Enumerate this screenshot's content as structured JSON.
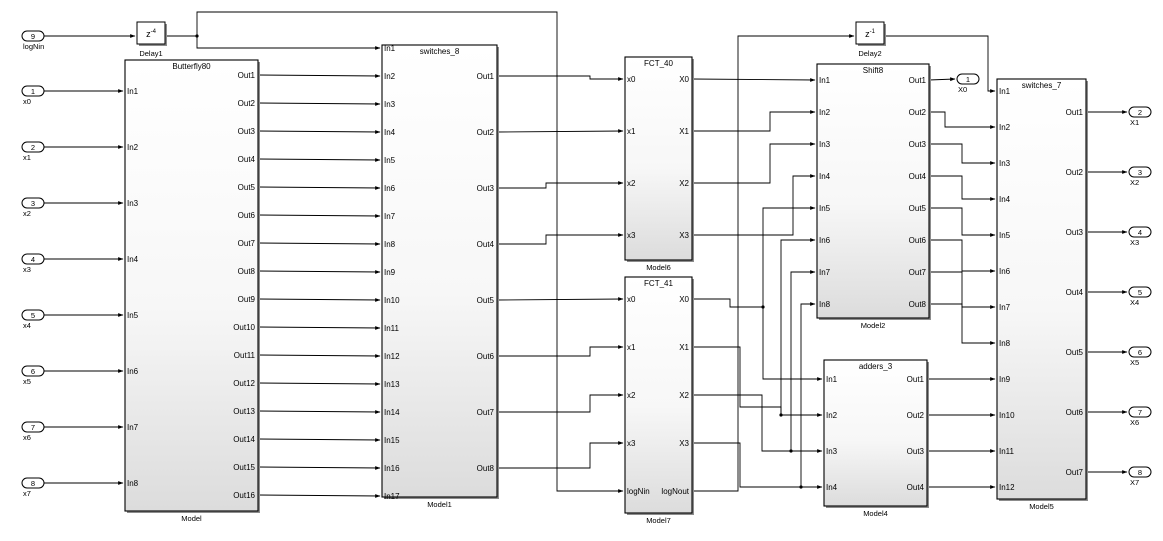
{
  "diagram": {
    "inports": [
      {
        "num": "9",
        "label": "logNin"
      },
      {
        "num": "1",
        "label": "x0"
      },
      {
        "num": "2",
        "label": "x1"
      },
      {
        "num": "3",
        "label": "x2"
      },
      {
        "num": "4",
        "label": "x3"
      },
      {
        "num": "5",
        "label": "x4"
      },
      {
        "num": "6",
        "label": "x5"
      },
      {
        "num": "7",
        "label": "x6"
      },
      {
        "num": "8",
        "label": "x7"
      }
    ],
    "outports": [
      {
        "num": "1",
        "label": "X0"
      },
      {
        "num": "2",
        "label": "X1"
      },
      {
        "num": "3",
        "label": "X2"
      },
      {
        "num": "4",
        "label": "X3"
      },
      {
        "num": "5",
        "label": "X4"
      },
      {
        "num": "6",
        "label": "X5"
      },
      {
        "num": "7",
        "label": "X6"
      },
      {
        "num": "8",
        "label": "X7"
      }
    ],
    "delays": [
      {
        "name": "Delay1",
        "base": "z",
        "exp": "-4"
      },
      {
        "name": "Delay2",
        "base": "z",
        "exp": "-1"
      }
    ],
    "blocks": {
      "butterfly": {
        "title": "Butterfly80",
        "model": "Model",
        "inputs": [
          "In1",
          "In2",
          "In3",
          "In4",
          "In5",
          "In6",
          "In7",
          "In8"
        ],
        "outputs": [
          "Out1",
          "Out2",
          "Out3",
          "Out4",
          "Out5",
          "Out6",
          "Out7",
          "Out8",
          "Out9",
          "Out10",
          "Out11",
          "Out12",
          "Out13",
          "Out14",
          "Out15",
          "Out16"
        ]
      },
      "switches8": {
        "title": "switches_8",
        "model": "Model1",
        "inputs": [
          "In1",
          "In2",
          "In3",
          "In4",
          "In5",
          "In6",
          "In7",
          "In8",
          "In9",
          "In10",
          "In11",
          "In12",
          "In13",
          "In14",
          "In15",
          "In16",
          "In17"
        ],
        "outputs": [
          "Out1",
          "Out2",
          "Out3",
          "Out4",
          "Out5",
          "Out6",
          "Out7",
          "Out8"
        ]
      },
      "fct40": {
        "title": "FCT_40",
        "model": "Model6",
        "inputs": [
          "x0",
          "x1",
          "x2",
          "x3"
        ],
        "outputs": [
          "X0",
          "X1",
          "X2",
          "X3"
        ]
      },
      "fct41": {
        "title": "FCT_41",
        "model": "Model7",
        "inputs": [
          "x0",
          "x1",
          "x2",
          "x3",
          "logNin"
        ],
        "outputs": [
          "X0",
          "X1",
          "X2",
          "X3",
          "logNout"
        ]
      },
      "shift8": {
        "title": "Shift8",
        "model": "Model2",
        "inputs": [
          "In1",
          "In2",
          "In3",
          "In4",
          "In5",
          "In6",
          "In7",
          "In8"
        ],
        "outputs": [
          "Out1",
          "Out2",
          "Out3",
          "Out4",
          "Out5",
          "Out6",
          "Out7",
          "Out8"
        ]
      },
      "adders3": {
        "title": "adders_3",
        "model": "Model4",
        "inputs": [
          "In1",
          "In2",
          "In3",
          "In4"
        ],
        "outputs": [
          "Out1",
          "Out2",
          "Out3",
          "Out4"
        ]
      },
      "switches7": {
        "title": "switches_7",
        "model": "Model5",
        "inputs": [
          "In1",
          "In2",
          "In3",
          "In4",
          "In5",
          "In6",
          "In7",
          "In8",
          "In9",
          "In10",
          "In11",
          "In12"
        ],
        "outputs": [
          "Out1",
          "Out2",
          "Out3",
          "Out4",
          "Out5",
          "Out6",
          "Out7"
        ]
      }
    }
  }
}
